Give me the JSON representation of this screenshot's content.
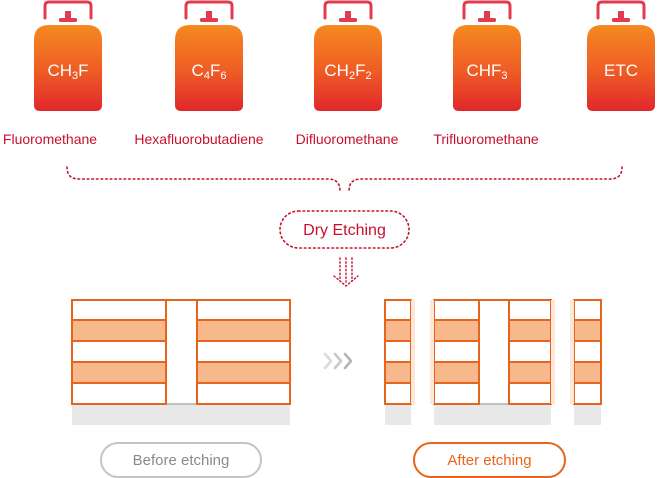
{
  "colors": {
    "accent_red": "#c8102e",
    "accent_orange": "#e8641c",
    "layer_fill": "#f7b88c",
    "substrate_fill": "#e8e8e8",
    "outline_gray": "#bdbdbd",
    "chevron_gray": "#b5b5b5"
  },
  "gases": [
    {
      "formula_base": "CH",
      "formula_sub1": "3",
      "formula_mid": "F",
      "formula_sub2": "",
      "name": "Fluoromethane"
    },
    {
      "formula_base": "C",
      "formula_sub1": "4",
      "formula_mid": "F",
      "formula_sub2": "6",
      "name": "Hexafluorobutadiene"
    },
    {
      "formula_base": "CH",
      "formula_sub1": "2",
      "formula_mid": "F",
      "formula_sub2": "2",
      "name": "Difluoromethane"
    },
    {
      "formula_base": "CHF",
      "formula_sub1": "3",
      "formula_mid": "",
      "formula_sub2": "",
      "name": "Trifluoromethane"
    },
    {
      "formula_base": "ETC",
      "formula_sub1": "",
      "formula_mid": "",
      "formula_sub2": "",
      "name": ""
    }
  ],
  "process": {
    "label": "Dry Etching"
  },
  "icons": {
    "down_arrows": "dotted-double-down-arrow-icon",
    "right_chevrons": "triple-chevron-right-icon",
    "cylinder": "gas-cylinder-icon"
  },
  "captions": {
    "before": "Before etching",
    "after": "After etching"
  }
}
